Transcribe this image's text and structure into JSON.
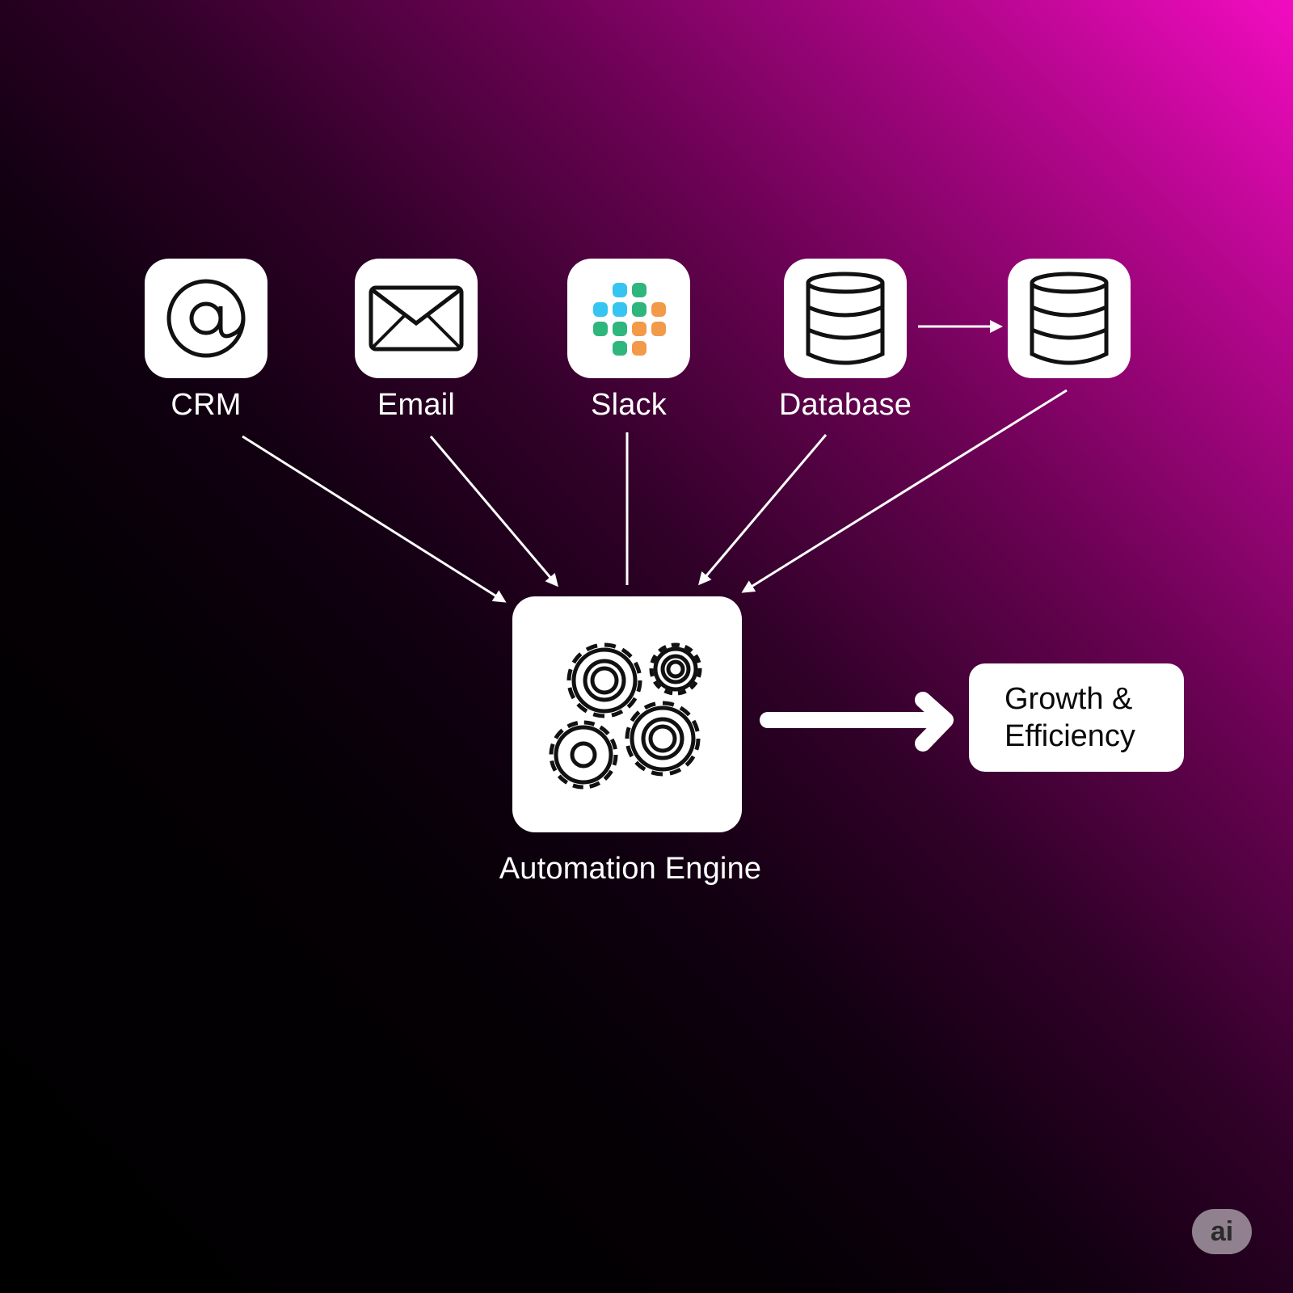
{
  "sources": [
    {
      "id": "crm",
      "label": "CRM",
      "icon": "at-sign-icon"
    },
    {
      "id": "email",
      "label": "Email",
      "icon": "envelope-icon"
    },
    {
      "id": "slack",
      "label": "Slack",
      "icon": "slack-icon"
    },
    {
      "id": "database",
      "label": "Database",
      "icon": "database-icon"
    },
    {
      "id": "database-copy",
      "label": "",
      "icon": "database-icon"
    }
  ],
  "engine": {
    "label": "Automation Engine",
    "icon": "gears-icon"
  },
  "outcome": {
    "line1": "Growth &",
    "line2": "Efficiency"
  },
  "badge": {
    "text": "ai"
  },
  "colors": {
    "gradient_pink": "#f20cc0",
    "gradient_dark": "#000000",
    "tile": "#ffffff",
    "slack_blue": "#36c5f0",
    "slack_green": "#2eb67d",
    "slack_orange": "#ecb22e",
    "slack_red": "#e01e5a"
  }
}
